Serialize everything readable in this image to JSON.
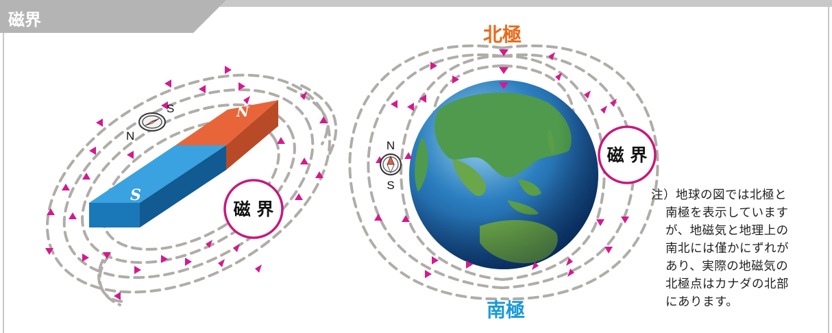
{
  "header": {
    "title": "磁界"
  },
  "colors": {
    "field_line": "#b0aca8",
    "arrow": "#d41a8c",
    "north_pole": "#e8653a",
    "south_pole": "#1a8fd0",
    "label_circle": "#c8187a",
    "north_text": "#e86a1a",
    "south_text": "#1a9ad6"
  },
  "magnet": {
    "n_pole": "N",
    "s_pole": "S",
    "field_label": "磁 界",
    "compass": {
      "north": "N",
      "south": "S"
    }
  },
  "earth": {
    "north_label": "北極",
    "south_label": "南極",
    "field_label": "磁 界",
    "compass": {
      "north": "N",
      "south": "S"
    }
  },
  "note": {
    "lines": [
      "注）地球の図では北極と",
      "南極を表示しています",
      "が、地磁気と地理上の",
      "南北には僅かにずれが",
      "あり、実際の地磁気の",
      "北極点はカナダの北部",
      "にあります。"
    ]
  }
}
